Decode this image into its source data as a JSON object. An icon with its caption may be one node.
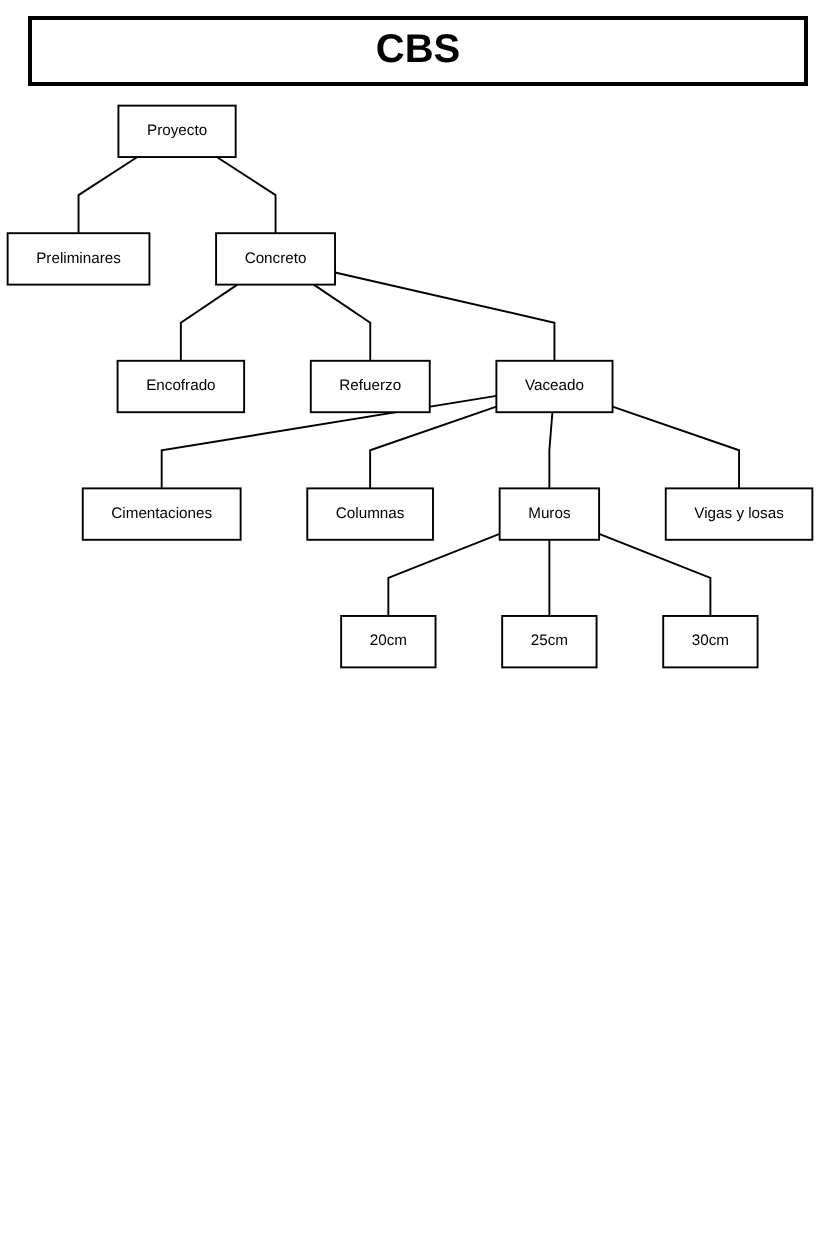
{
  "diagram": {
    "title": "CBS",
    "nodes": [
      {
        "text": [
          "Proyecto"
        ]
      },
      {
        "text": [
          "Preliminares"
        ]
      },
      {
        "text": [
          "Concreto"
        ]
      },
      {
        "text": [
          "Encofrado"
        ]
      },
      {
        "text": [
          "Refuerzo"
        ]
      },
      {
        "text": [
          "Vaceado"
        ]
      },
      {
        "text": [
          "Cimentaciones"
        ]
      },
      {
        "text": [
          "Columnas"
        ]
      },
      {
        "text": [
          "Muros"
        ]
      },
      {
        "text": [
          "Vigas y losas"
        ]
      },
      {
        "text": [
          "20cm"
        ]
      },
      {
        "text": [
          "25cm"
        ]
      },
      {
        "text": [
          "30cm"
        ]
      }
    ],
    "edges": [
      {
        "from": 0,
        "to": 1,
        "arrow": "none"
      },
      {
        "from": 0,
        "to": 2,
        "arrow": "none"
      },
      {
        "from": 2,
        "to": 3,
        "arrow": "none"
      },
      {
        "from": 2,
        "to": 4,
        "arrow": "none"
      },
      {
        "from": 2,
        "to": 5,
        "arrow": "none"
      },
      {
        "from": 5,
        "to": 6,
        "arrow": "none"
      },
      {
        "from": 5,
        "to": 7,
        "arrow": "none"
      },
      {
        "from": 5,
        "to": 8,
        "arrow": "none"
      },
      {
        "from": 5,
        "to": 9,
        "arrow": "none"
      },
      {
        "from": 8,
        "to": 10,
        "arrow": "none"
      },
      {
        "from": 8,
        "to": 11,
        "arrow": "none"
      },
      {
        "from": 8,
        "to": 12,
        "arrow": "none"
      }
    ]
  }
}
